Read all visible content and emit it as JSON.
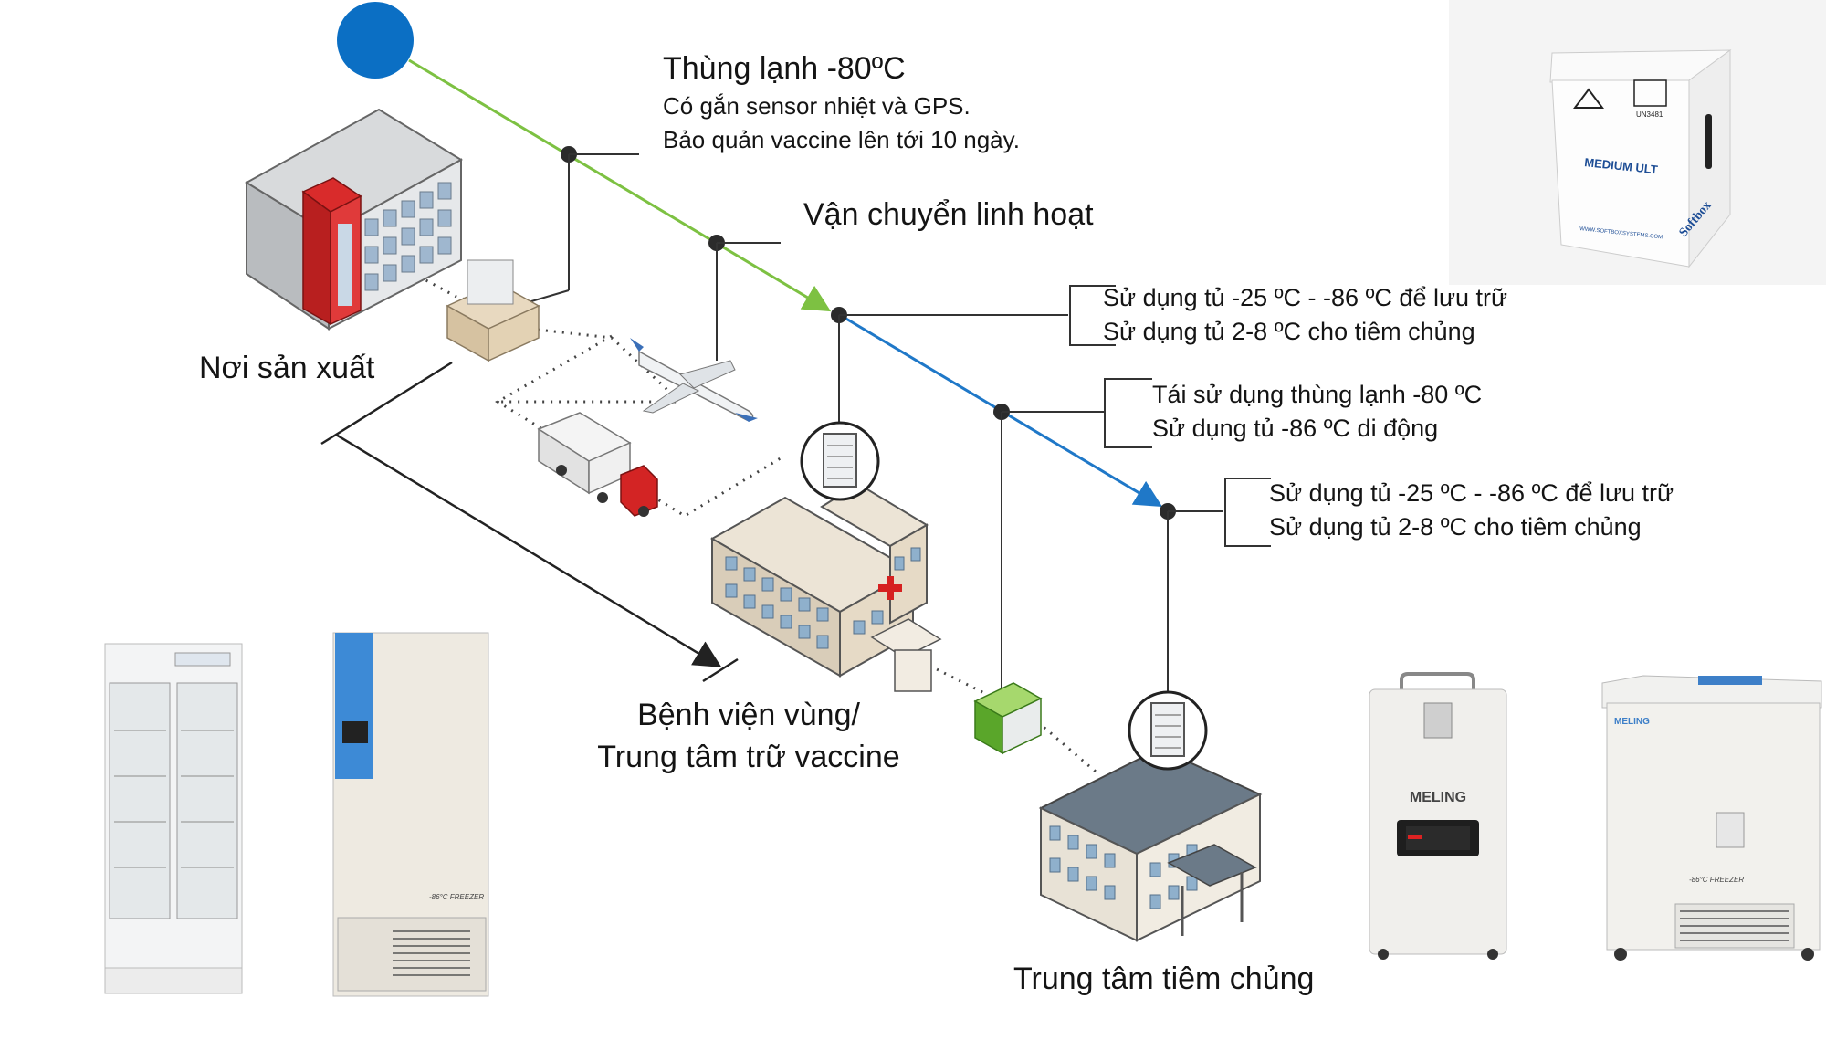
{
  "diagram": {
    "origin": {
      "title": "Thùng lạnh -80ºC",
      "line1": "Có gắn sensor nhiệt và GPS.",
      "line2": "Bảo quản vaccine lên tới 10 ngày."
    },
    "transport": {
      "label": "Vận chuyển linh hoạt"
    },
    "producer": {
      "label": "Nơi sản xuất"
    },
    "hospital": {
      "line1": "Bệnh viện vùng/",
      "line2": "Trung tâm trữ vaccine"
    },
    "vaccination_center": {
      "label": "Trung tâm tiêm chủng"
    },
    "callout_1": {
      "line1": "Sử dụng tủ -25 ºC - -86 ºC để lưu trữ",
      "line2": "Sử dụng tủ 2-8 ºC cho tiêm chủng"
    },
    "callout_2": {
      "line1": "Tái sử dụng thùng lạnh -80 ºC",
      "line2": "Sử dụng tủ -86 ºC di động"
    },
    "callout_3": {
      "line1": "Sử dụng tủ -25 ºC - -86 ºC để lưu trữ",
      "line2": "Sử dụng tủ 2-8 ºC cho tiêm chủng"
    },
    "cooler_box_print": {
      "model": "MEDIUM ULT",
      "brand": "Softbox",
      "un": "UN3481",
      "website": "WWW.SOFTBOXSYSTEMS.COM"
    },
    "freezer_brand": "MELING",
    "freezer_label": "-86°C FREEZER",
    "colors": {
      "green_route": "#7dc142",
      "blue_route": "#1f78c8",
      "dot": "#2b2b2b",
      "marker_blue": "#0b6fc4"
    }
  }
}
